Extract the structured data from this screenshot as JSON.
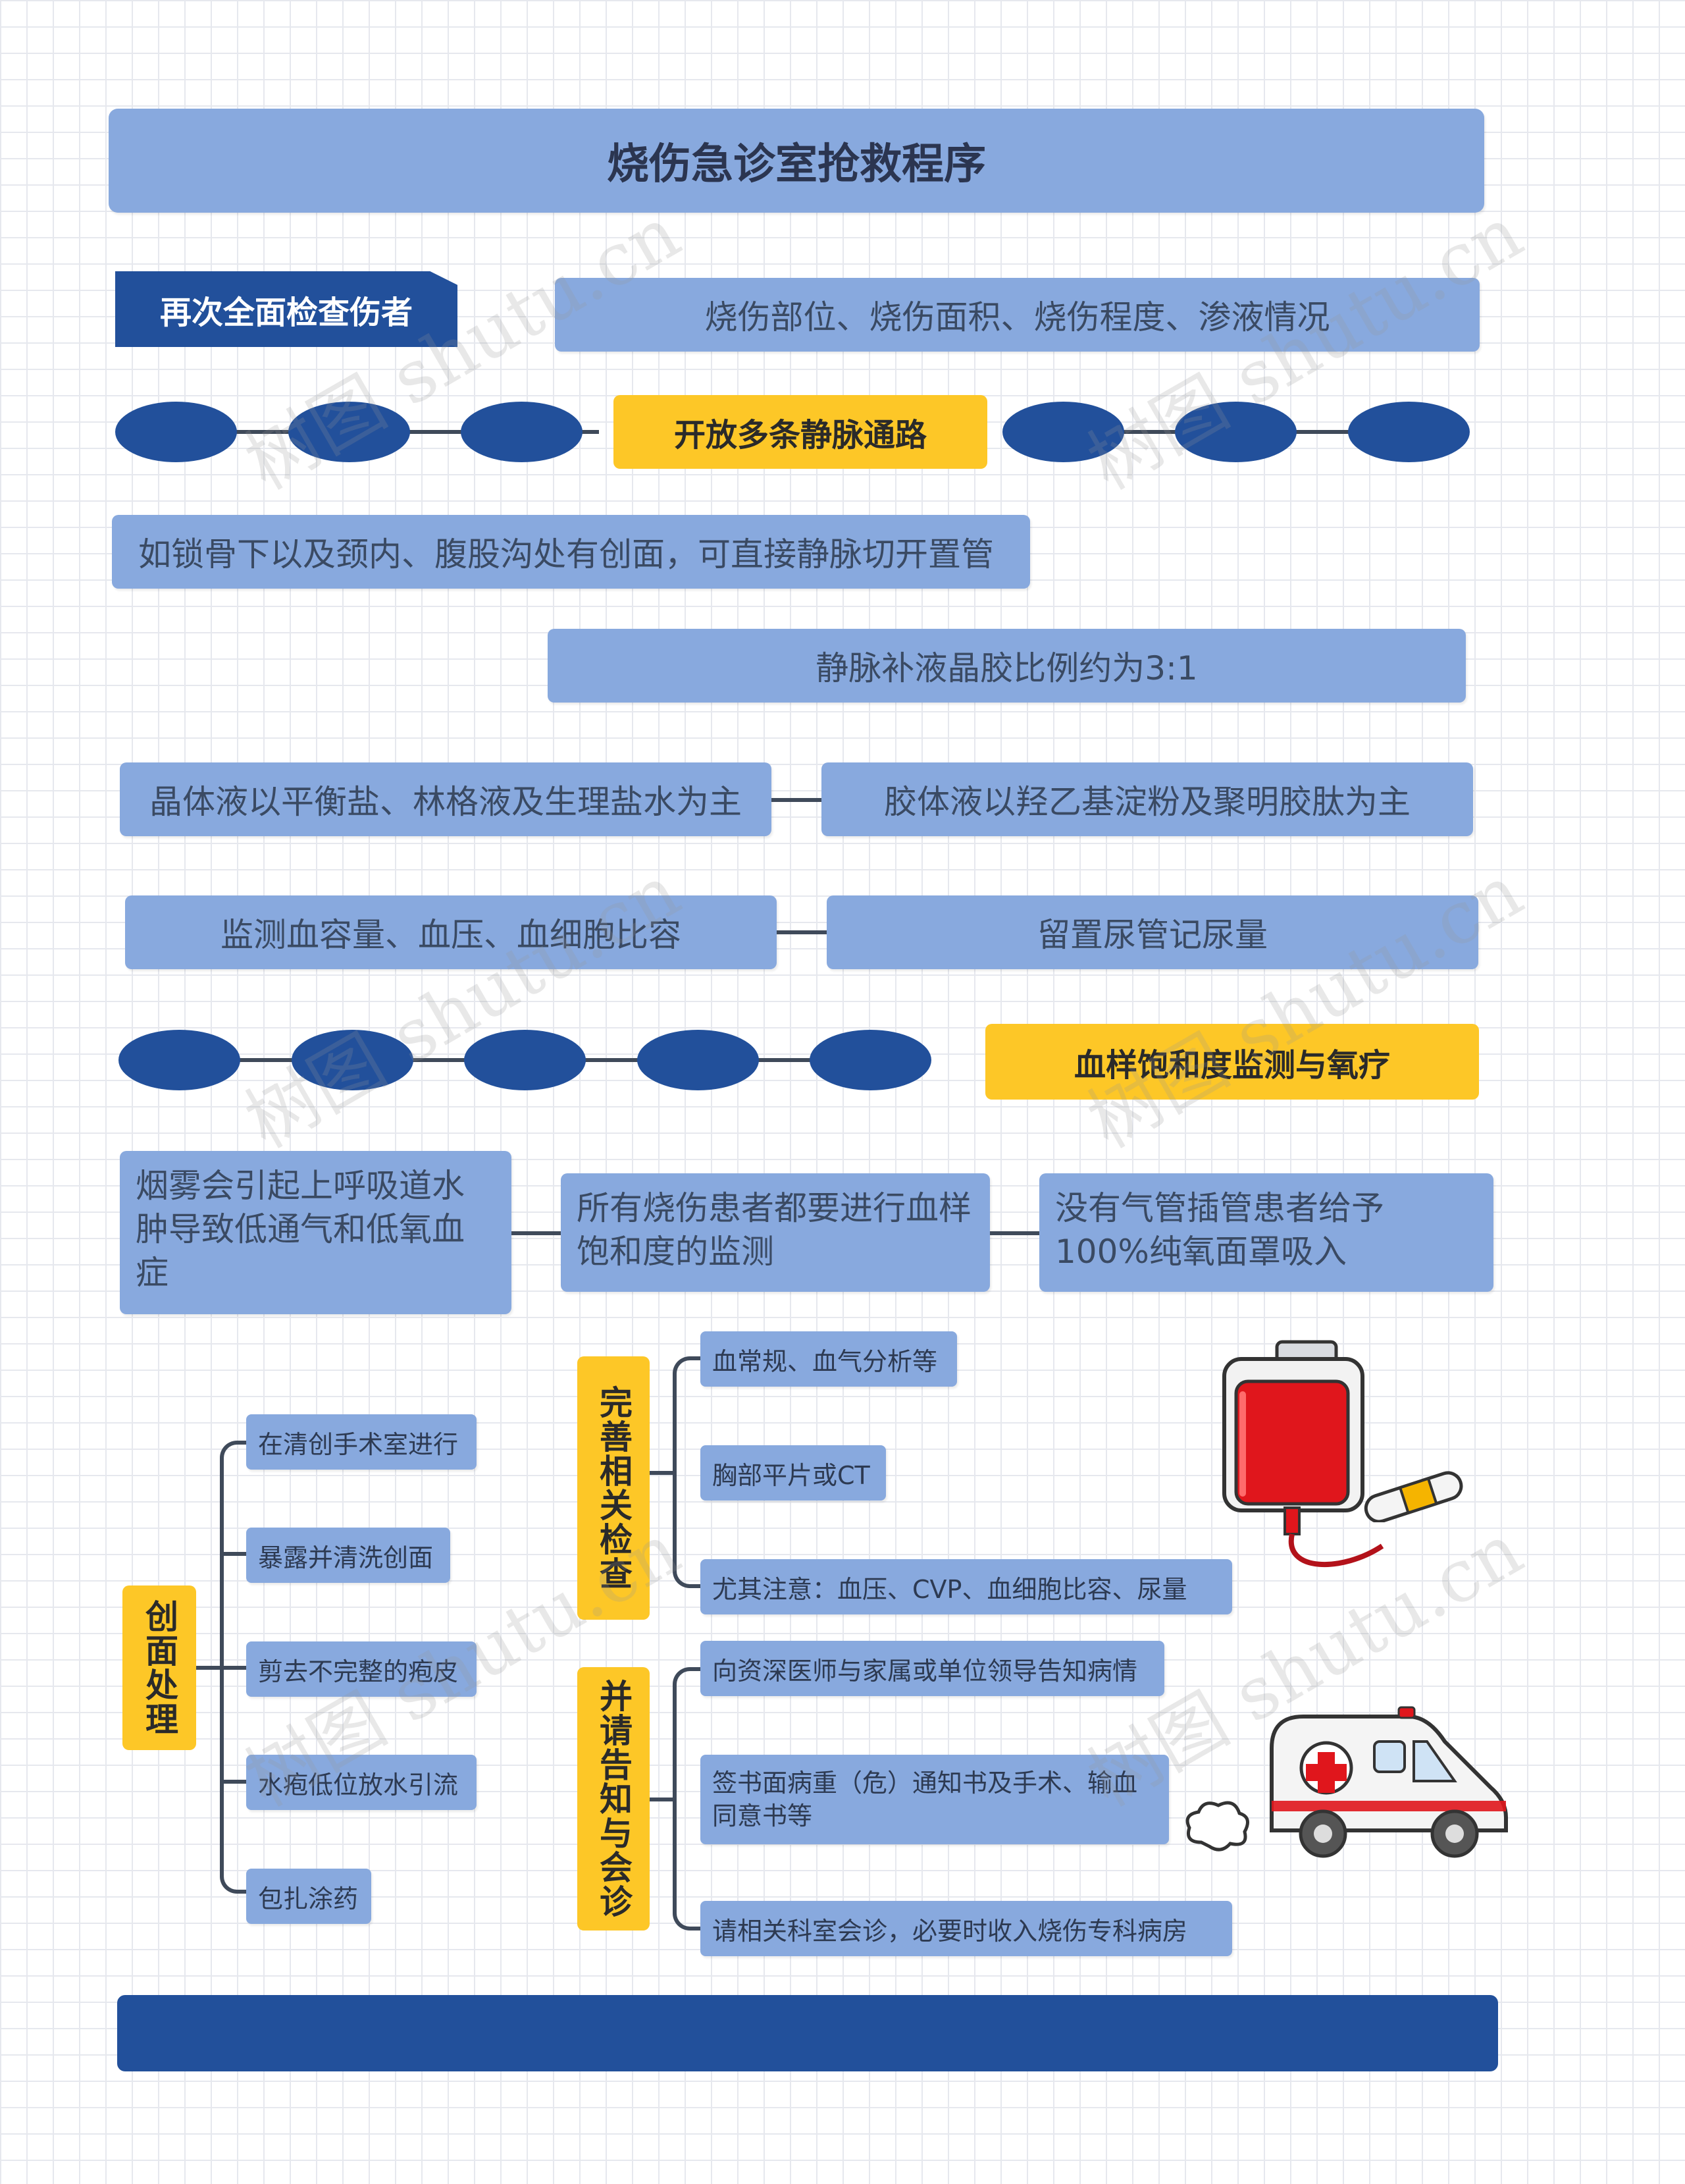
{
  "title": "烧伤急诊室抢救程序",
  "section1": {
    "tag": "再次全面检查伤者",
    "detail": "烧伤部位、烧伤面积、烧伤程度、渗液情况"
  },
  "section2": {
    "heading": "开放多条静脉通路",
    "note": "如锁骨下以及颈内、腹股沟处有创面，可直接静脉切开置管",
    "ratio": "静脉补液晶胶比例约为3:1",
    "crystal": "晶体液以平衡盐、林格液及生理盐水为主",
    "colloid": "胶体液以羟乙基淀粉及聚明胶肽为主",
    "monitor": "监测血容量、血压、血细胞比容",
    "urine": "留置尿管记尿量"
  },
  "section3": {
    "heading": "血样饱和度监测与氧疗",
    "smoke": "烟雾会引起上呼吸道水肿导致低通气和低氧血症",
    "all_patients": "所有烧伤患者都要进行血样饱和度的监测",
    "oxygen": "没有气管插管患者给予100%纯氧面罩吸入"
  },
  "wound": {
    "label": "创面处理",
    "items": [
      "在清创手术室进行",
      "暴露并清洗创面",
      "剪去不完整的疱皮",
      "水疱低位放水引流",
      "包扎涂药"
    ]
  },
  "exams": {
    "label": "完善相关检查",
    "items": [
      "血常规、血气分析等",
      "胸部平片或CT",
      "尤其注意：血压、CVP、血细胞比容、尿量"
    ]
  },
  "notify": {
    "label": "并请告知与会诊",
    "items": [
      "向资深医师与家属或单位领导告知病情",
      "签书面病重（危）通知书及手术、输血同意书等",
      "请相关科室会诊，必要时收入烧伤专科病房"
    ]
  },
  "watermark": "树图 shutu.cn",
  "colors": {
    "box_blue": "#88a9de",
    "dark_blue": "#22509b",
    "yellow": "#fdc727",
    "line": "#3f4a5a"
  },
  "icons": [
    "blood-bag-icon",
    "pill-icon",
    "ambulance-icon",
    "smoke-puff-icon"
  ]
}
